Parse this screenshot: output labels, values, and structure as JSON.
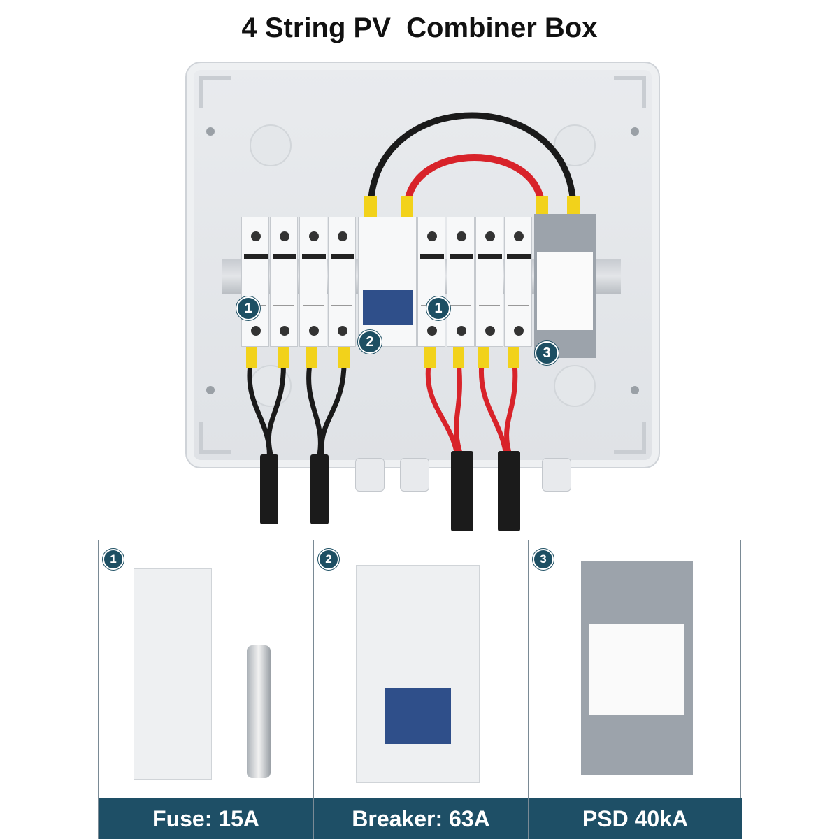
{
  "title": "4 String PV  Combiner Box",
  "callouts": [
    "1",
    "2",
    "1",
    "3"
  ],
  "panels": [
    {
      "number": "1",
      "caption": "Fuse: 15A"
    },
    {
      "number": "2",
      "caption": "Breaker: 63A"
    },
    {
      "number": "3",
      "caption": "PSD 40kA"
    }
  ],
  "colors": {
    "accent": "#1e4f66",
    "breaker_toggle": "#2f4f8a",
    "wire_red": "#d8232a",
    "wire_black": "#1a1a1a",
    "ferrule": "#f2d21b"
  }
}
